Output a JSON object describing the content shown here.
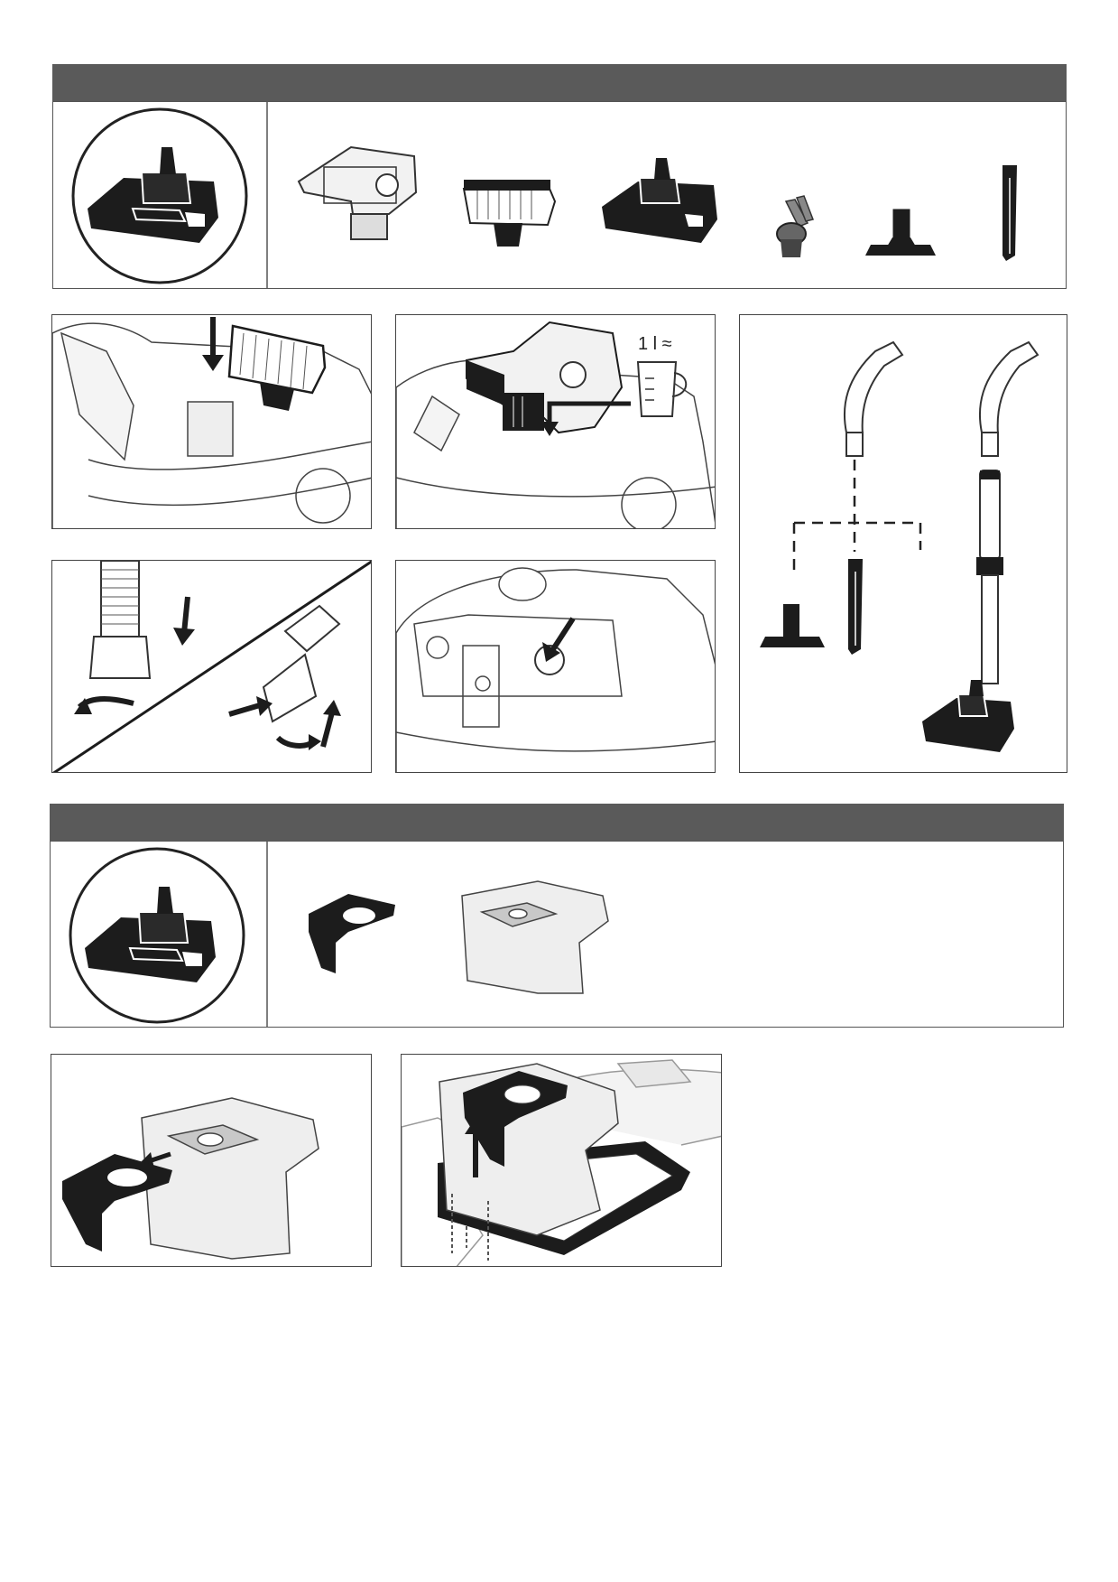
{
  "section_a": {
    "title": "",
    "accessories": [
      "container-filter",
      "foam-filter",
      "floor-nozzle",
      "dusting-brush",
      "upholstery-nozzle",
      "crevice-nozzle"
    ]
  },
  "steps": {
    "fill_label": "1 l ≈"
  },
  "section_b": {
    "title": "",
    "accessories": [
      "bag-holder",
      "dust-bag"
    ]
  },
  "colors": {
    "header_bar": "#5a5a5a",
    "line": "#333333",
    "dark_part": "#1c1c1c",
    "light_fill": "#eeeeee"
  }
}
